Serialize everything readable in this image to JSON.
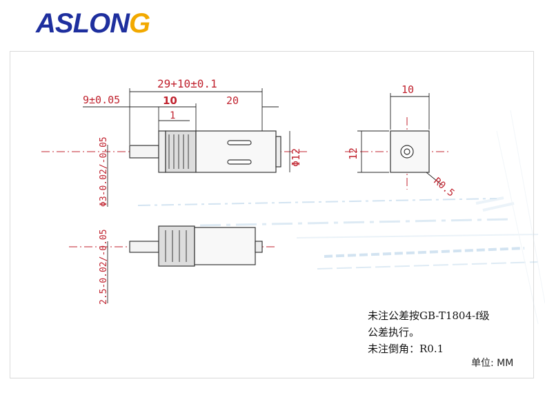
{
  "brand": {
    "logo_main": "ASLON",
    "logo_tail": "G"
  },
  "dimensions": {
    "total_length": "29+10±0.1",
    "gearbox_length": "9±0.05",
    "gear_section": "10",
    "motor_length": "20",
    "step": "1",
    "diameter": "Φ12",
    "shaft_diameter": "Φ3-0.02/-0.05",
    "flat_dimension": "2.5-0.02/-0.05",
    "side_width": "10",
    "side_height": "12",
    "radius": "R0.5"
  },
  "notes": {
    "line1": "未注公差按GB-T1804-f级",
    "line2": "公差执行。",
    "line3": "未注倒角：R0.1"
  },
  "unit_label": "单位: MM",
  "colors": {
    "brand_blue": "#1e2f9e",
    "brand_orange": "#f2a900",
    "dimension_red": "#c0222e"
  }
}
